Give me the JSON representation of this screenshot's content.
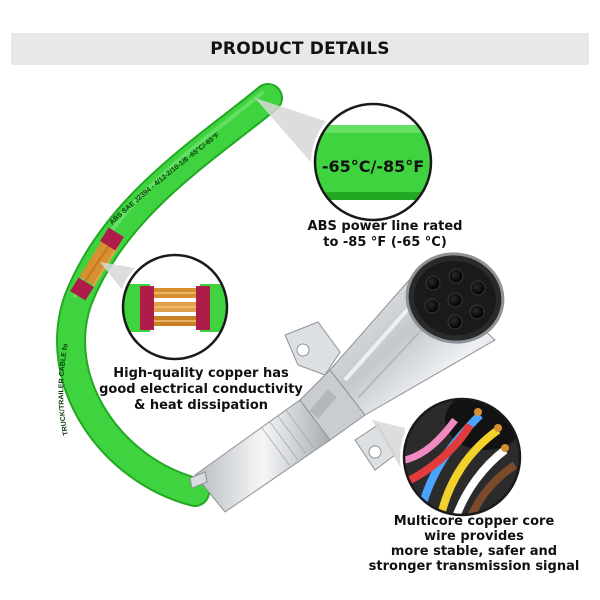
{
  "header": {
    "title": "PRODUCT DETAILS"
  },
  "cable": {
    "print_upper": "ABS SAE J2394 - 4/12-2/10-1/8 -65°C/-85°F",
    "print_lower": "TRUCK/TRAILER CABLE fo"
  },
  "callouts": {
    "temperature": {
      "zoom_text": "-65°C/-85°F",
      "caption_lines": [
        "ABS power line rated",
        "to -85 °F (-65 °C)"
      ]
    },
    "copper": {
      "caption_lines": [
        "High-quality copper has",
        "good electrical conductivity",
        "& heat dissipation"
      ]
    },
    "multicore": {
      "caption_lines": [
        "Multicore copper core",
        "wire provides",
        "more stable, safer and",
        "stronger transmission signal"
      ]
    }
  },
  "colors": {
    "cable_green": "#3fd33f",
    "cable_dark": "#23a823",
    "connector_face": "#1a1a1a",
    "metal": "#c9ccd0"
  }
}
